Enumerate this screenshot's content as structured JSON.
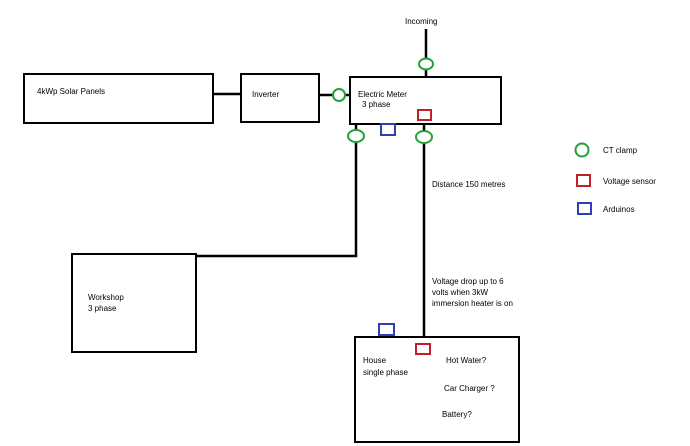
{
  "colors": {
    "line": "#000000",
    "ct_clamp": "#22a03a",
    "voltage_sensor": "#c0202a",
    "arduino": "#2f3fb5",
    "background": "#ffffff"
  },
  "nodes": {
    "incoming": "Incoming",
    "solar_panels": "4kWp Solar Panels",
    "inverter": "Inverter",
    "electric_meter": {
      "line1": "Electric Meter",
      "line2": "3 phase"
    },
    "workshop": {
      "line1": "Workshop",
      "line2": "3 phase"
    },
    "house": {
      "line1": "House",
      "line2": "single phase"
    },
    "hot_water": "Hot Water?",
    "car_charger": "Car Charger ?",
    "battery": "Battery?"
  },
  "annotations": {
    "distance": "Distance 150 metres",
    "voltage_drop": "Voltage drop up to 6 volts when 3kW immersion heater is on"
  },
  "legend": [
    {
      "symbol": "circle",
      "icon": "ct-clamp-icon",
      "label": "CT clamp"
    },
    {
      "symbol": "square",
      "icon": "voltage-sensor-icon",
      "label": "Voltage sensor"
    },
    {
      "symbol": "square",
      "icon": "arduino-icon",
      "label": "Arduinos"
    }
  ]
}
